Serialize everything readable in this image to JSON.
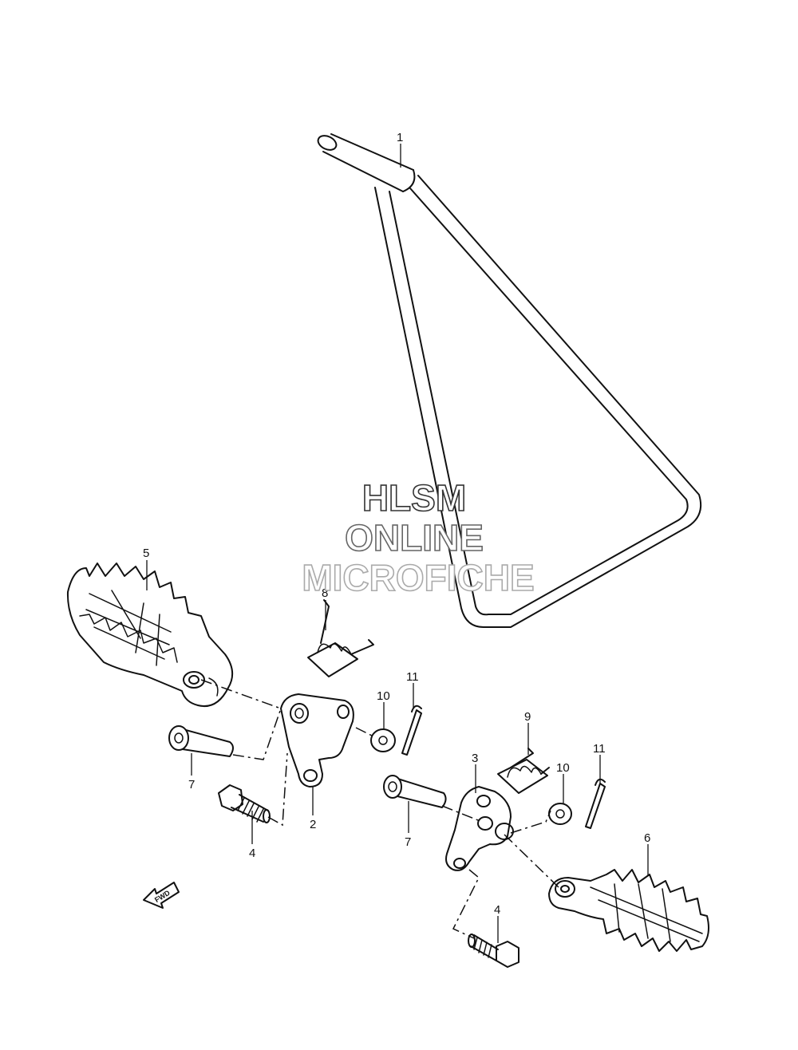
{
  "watermark": {
    "line1": "HLSM",
    "line2": "ONLINE",
    "line3": "MICROFICHE"
  },
  "fwd_label": "FWD",
  "callouts": {
    "c1": "1",
    "c2": "2",
    "c3": "3",
    "c4a": "4",
    "c4b": "4",
    "c5": "5",
    "c6": "6",
    "c7a": "7",
    "c7b": "7",
    "c8": "8",
    "c9": "9",
    "c10a": "10",
    "c10b": "10",
    "c11a": "11",
    "c11b": "11"
  }
}
